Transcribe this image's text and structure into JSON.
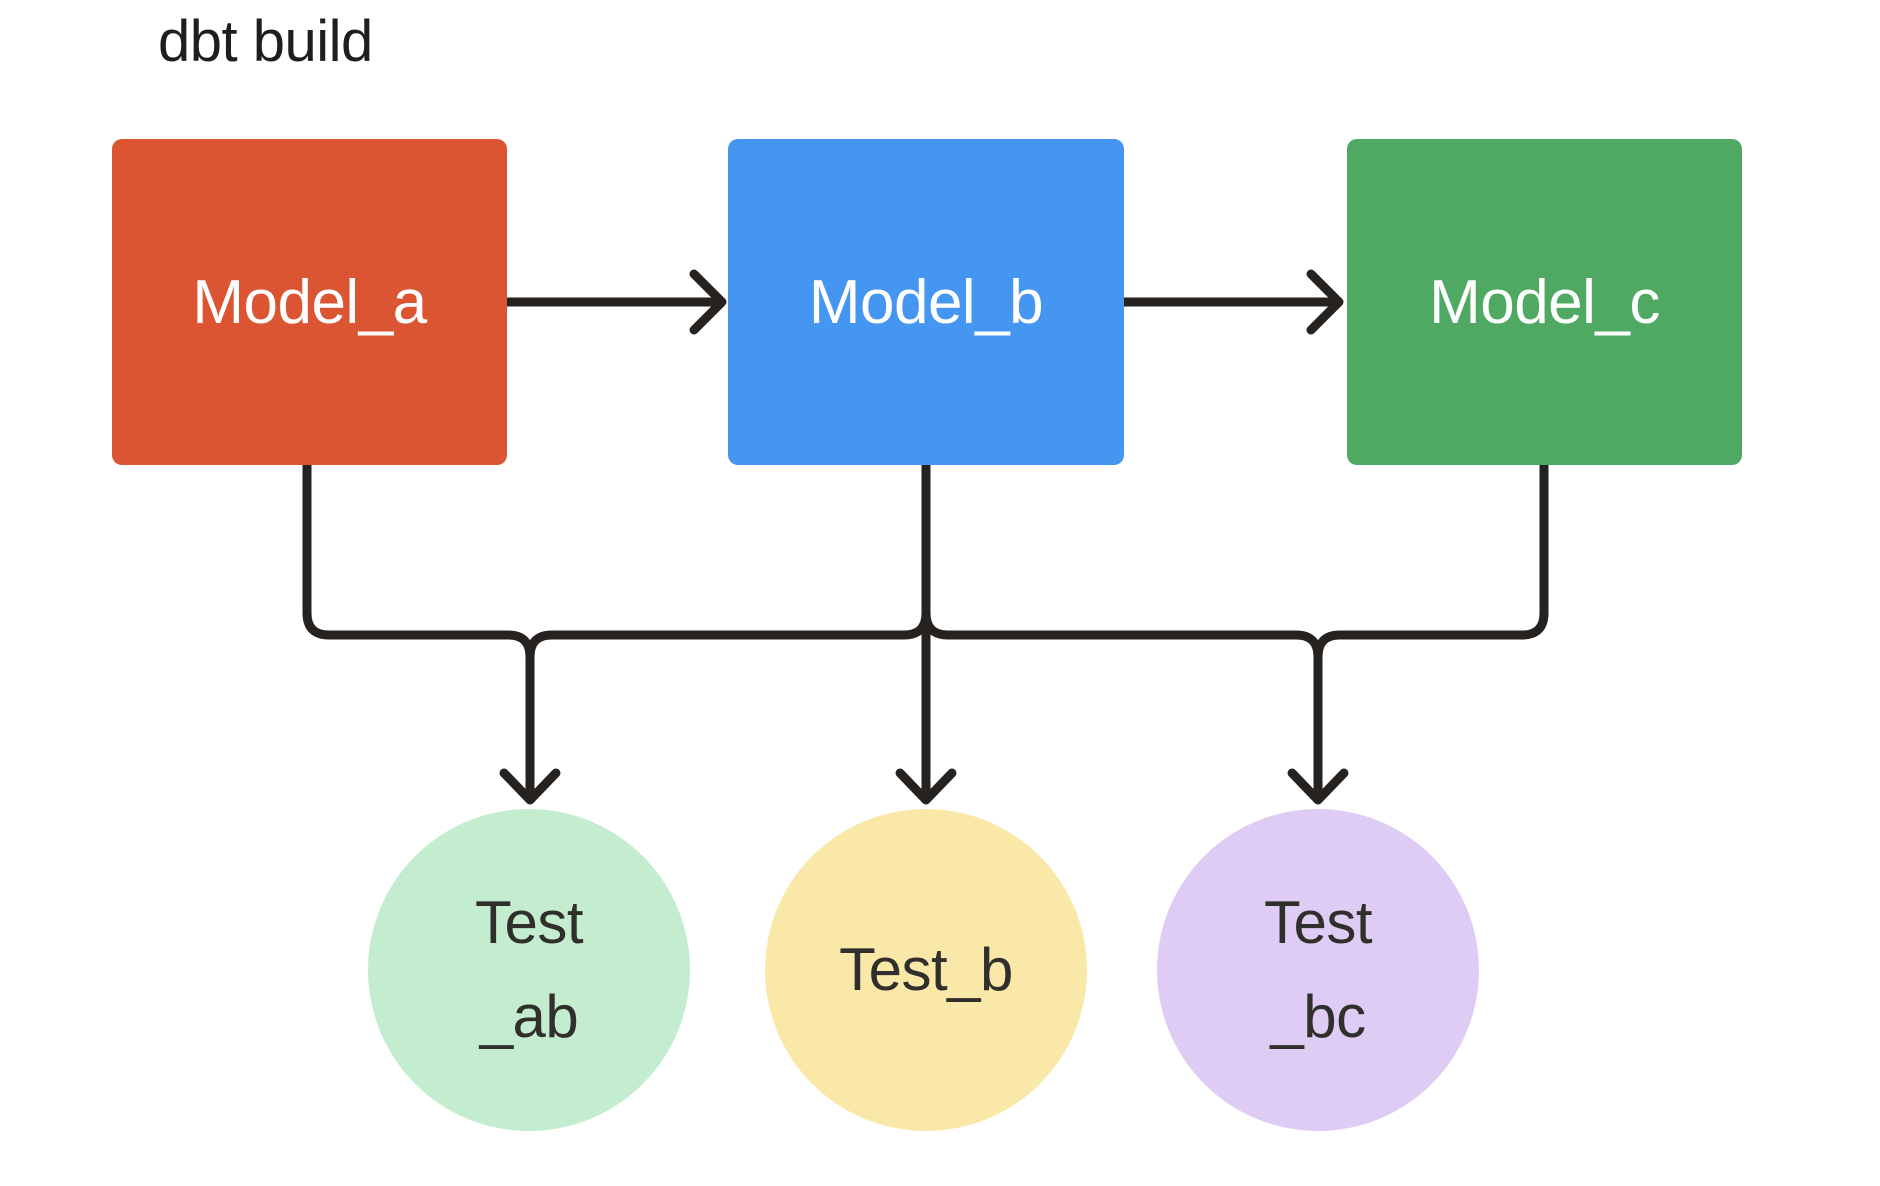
{
  "title": "dbt build",
  "colors": {
    "background": "#FFFFFF",
    "connector": "#26221F",
    "title_text": "#1F1E1D",
    "model_text": "#FFFFFF",
    "test_text": "#302F2B",
    "model_a": "#DC5532",
    "model_b": "#4596F0",
    "model_c": "#4FA963",
    "test_ab": "#C3EDCE",
    "test_b": "#FAE8A9",
    "test_bc": "#DFCCF5"
  },
  "models": [
    {
      "id": "model_a",
      "label": "Model_a",
      "color": "#DC5532"
    },
    {
      "id": "model_b",
      "label": "Model_b",
      "color": "#4596F0"
    },
    {
      "id": "model_c",
      "label": "Model_c",
      "color": "#4FA963"
    }
  ],
  "tests": [
    {
      "id": "test_ab",
      "label_line1": "Test",
      "label_line2": "_ab",
      "color": "#C3EDCE"
    },
    {
      "id": "test_b",
      "label_line1": "Test_b",
      "label_line2": "",
      "color": "#FAE8A9"
    },
    {
      "id": "test_bc",
      "label_line1": "Test",
      "label_line2": "_bc",
      "color": "#DFCCF5"
    }
  ],
  "edges": [
    {
      "from": "model_a",
      "to": "model_b"
    },
    {
      "from": "model_b",
      "to": "model_c"
    },
    {
      "from": "model_a",
      "to": "test_ab"
    },
    {
      "from": "model_b",
      "to": "test_ab"
    },
    {
      "from": "model_b",
      "to": "test_b"
    },
    {
      "from": "model_b",
      "to": "test_bc"
    },
    {
      "from": "model_c",
      "to": "test_bc"
    }
  ]
}
